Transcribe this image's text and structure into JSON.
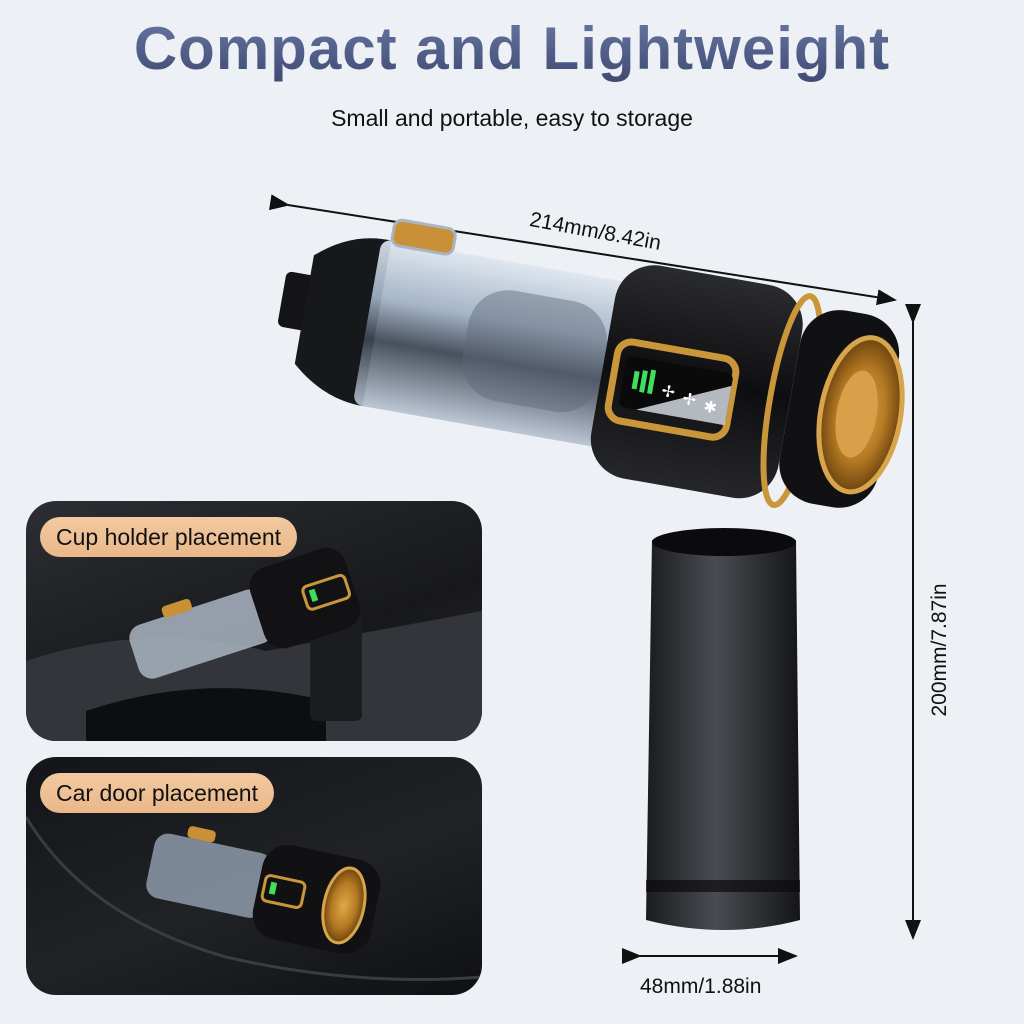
{
  "header": {
    "title": "Compact and Lightweight",
    "subtitle": "Small and portable, easy to storage"
  },
  "dimensions": {
    "length": "214mm/8.42in",
    "height": "200mm/7.87in",
    "diameter": "48mm/1.88in"
  },
  "product": {
    "name": "handheld vacuum / air duster",
    "colors": {
      "body": "#141416",
      "accent_gold": "#c9973a",
      "lcd_green": "#3ee05a",
      "tank": "#9fb0c4"
    },
    "display_icons": [
      "battery-icon",
      "fan-speed-1-icon",
      "fan-speed-2-icon",
      "snowflake-icon"
    ]
  },
  "cards": [
    {
      "label": "Cup holder placement"
    },
    {
      "label": "Car door placement"
    }
  ],
  "colors": {
    "background": "#edf0f5",
    "title_gradient_top": "#6a78a4",
    "title_gradient_bottom": "#3e4a72",
    "pill": "#f0c296"
  }
}
